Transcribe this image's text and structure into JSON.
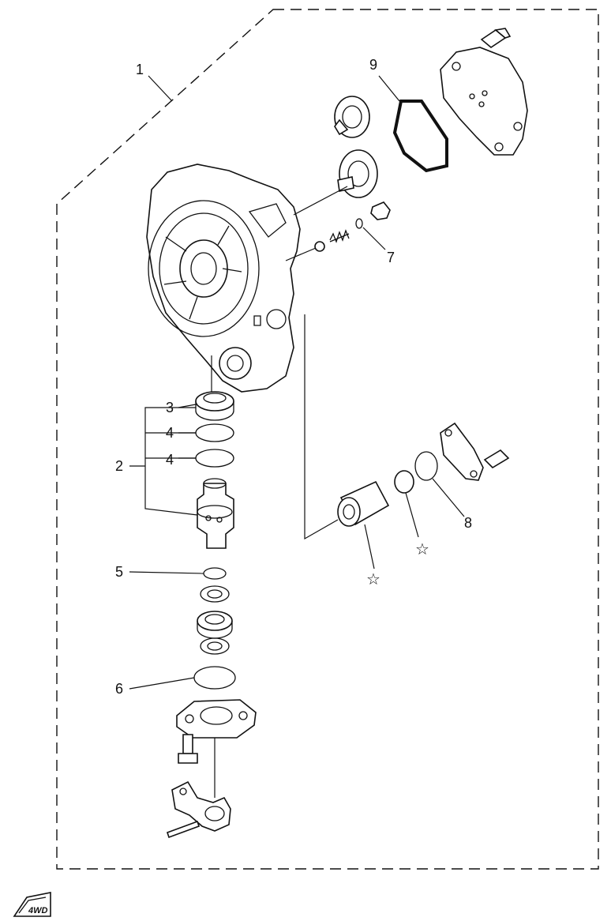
{
  "callouts": {
    "c1": "1",
    "c2": "2",
    "c3": "3",
    "c4a": "4",
    "c4b": "4",
    "c5": "5",
    "c6": "6",
    "c7": "7",
    "c8": "8",
    "c9": "9"
  },
  "markers": {
    "star_a": "☆",
    "star_b": "☆"
  },
  "logo_text": "4WD"
}
